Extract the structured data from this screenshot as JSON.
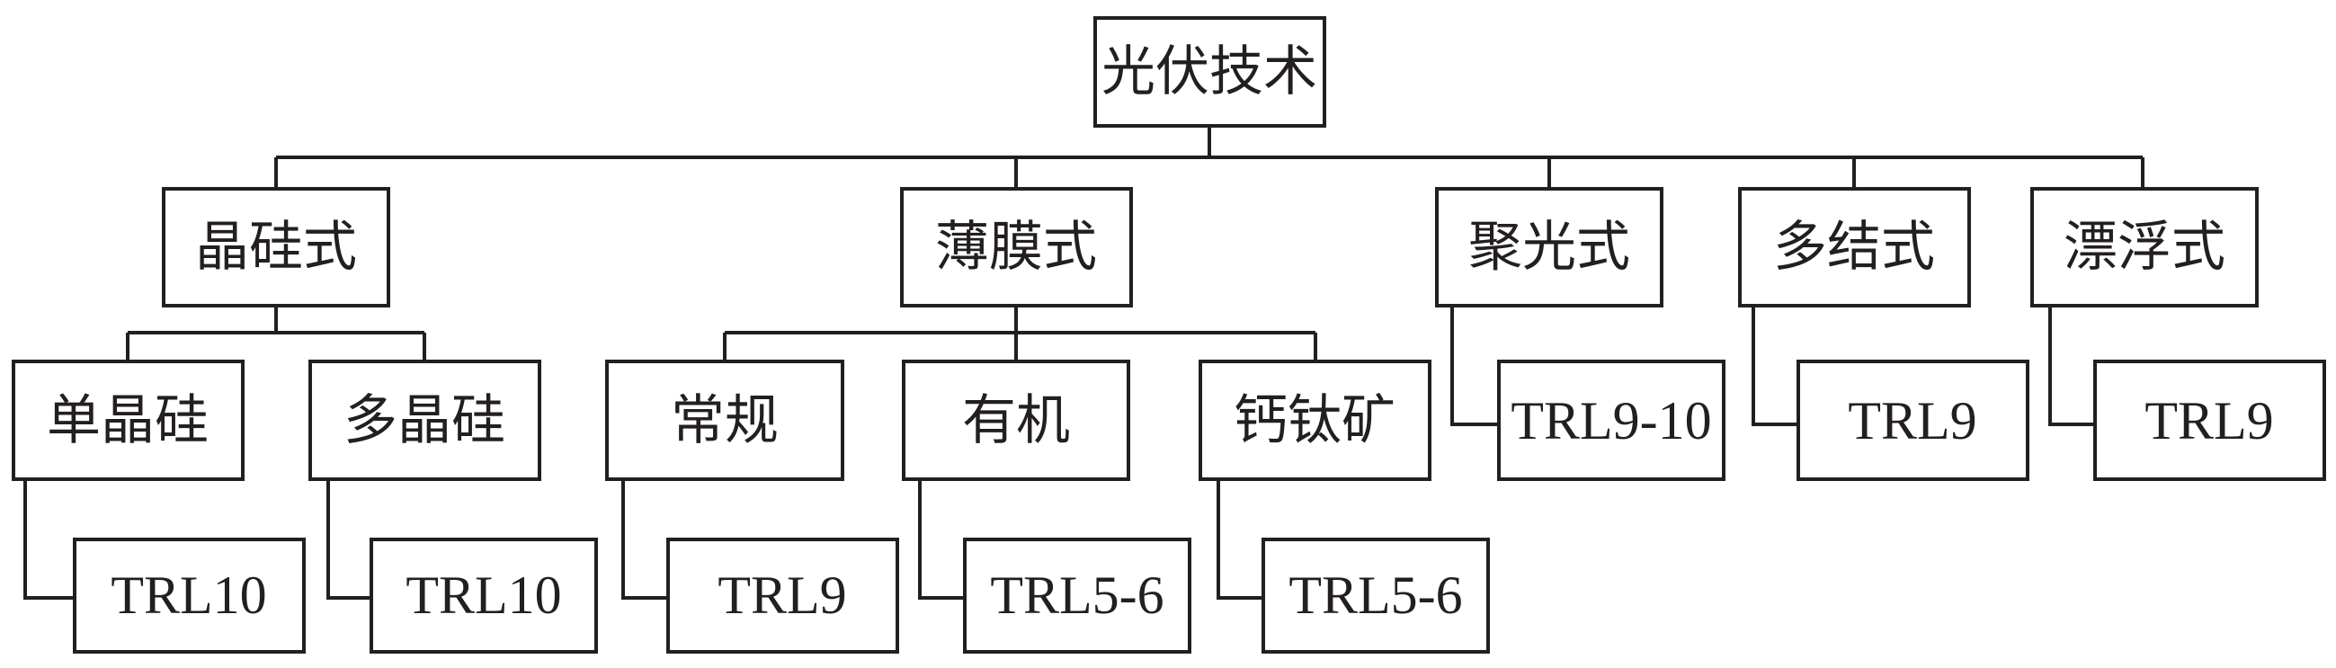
{
  "root": {
    "label": "光伏技术"
  },
  "branches": [
    {
      "label": "晶硅式",
      "children": [
        {
          "label": "单晶硅",
          "trl": "TRL10"
        },
        {
          "label": "多晶硅",
          "trl": "TRL10"
        }
      ]
    },
    {
      "label": "薄膜式",
      "children": [
        {
          "label": "常规",
          "trl": "TRL9"
        },
        {
          "label": "有机",
          "trl": "TRL5-6"
        },
        {
          "label": "钙钛矿",
          "trl": "TRL5-6"
        }
      ]
    },
    {
      "label": "聚光式",
      "trl": "TRL9-10"
    },
    {
      "label": "多结式",
      "trl": "TRL9"
    },
    {
      "label": "漂浮式",
      "trl": "TRL9"
    }
  ],
  "colors": {
    "line": "#231f20",
    "box_fill": "#ffffff"
  }
}
